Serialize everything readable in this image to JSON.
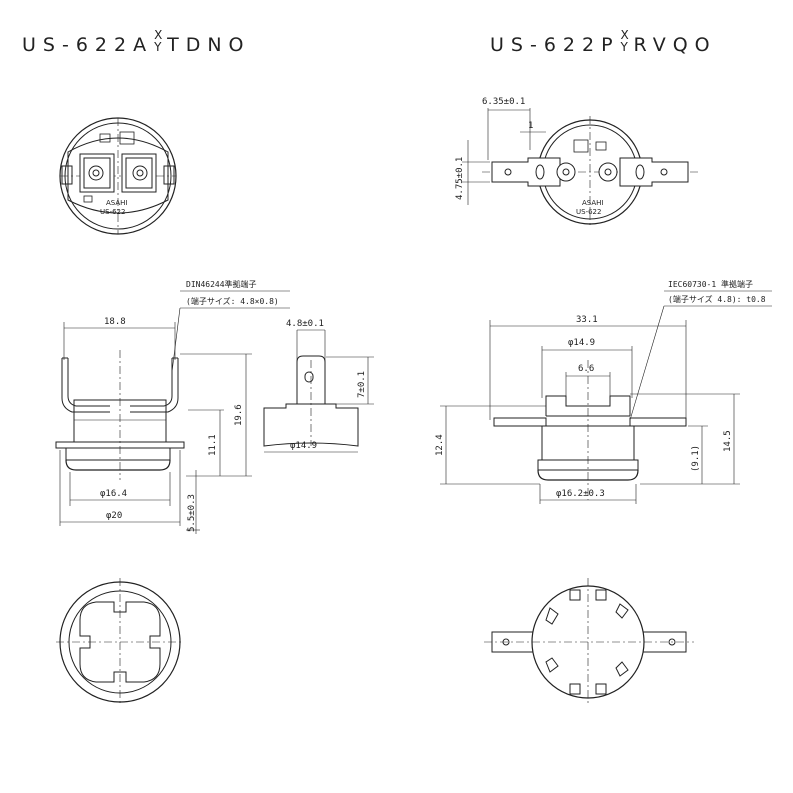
{
  "left_title": {
    "prefix": "US-622A",
    "sup_top": "X",
    "sup_bottom": "Y",
    "suffix": "TDNO"
  },
  "right_title": {
    "prefix": "US-622P",
    "sup_top": "X",
    "sup_bottom": "Y",
    "suffix": "RVQO"
  },
  "left_top_view": {
    "brand": "ASAHI",
    "model": "US-622"
  },
  "right_top_view": {
    "brand": "ASAHI",
    "model": "US-622",
    "dim_pitch": "6.35±0.1",
    "dim_gap": "1",
    "dim_height": "4.75±0.1"
  },
  "left_side_view": {
    "note_line1": "DIN46244準拠端子",
    "note_line2": "(端子サイズ: 4.8×0.8)",
    "dim_width": "18.8",
    "dim_total_height": "19.6",
    "dim_body_height": "11.1",
    "dim_flange": "φ16.4",
    "dim_base": "φ20",
    "dim_bottom": "5.5±0.3"
  },
  "terminal_detail": {
    "dim_width": "4.8±0.1",
    "dim_length": "7±0.1",
    "dim_dia": "φ14.9"
  },
  "right_side_view": {
    "note_line1": "IEC60730-1 準拠端子",
    "note_line2": "(端子サイズ 4.8): t0.8",
    "dim_total_width": "33.1",
    "dim_cup": "φ14.9",
    "dim_center": "6.6",
    "dim_total_height": "12.4",
    "dim_body": "14.5",
    "dim_inner": "(9.1)",
    "dim_base": "φ16.2±0.3"
  }
}
